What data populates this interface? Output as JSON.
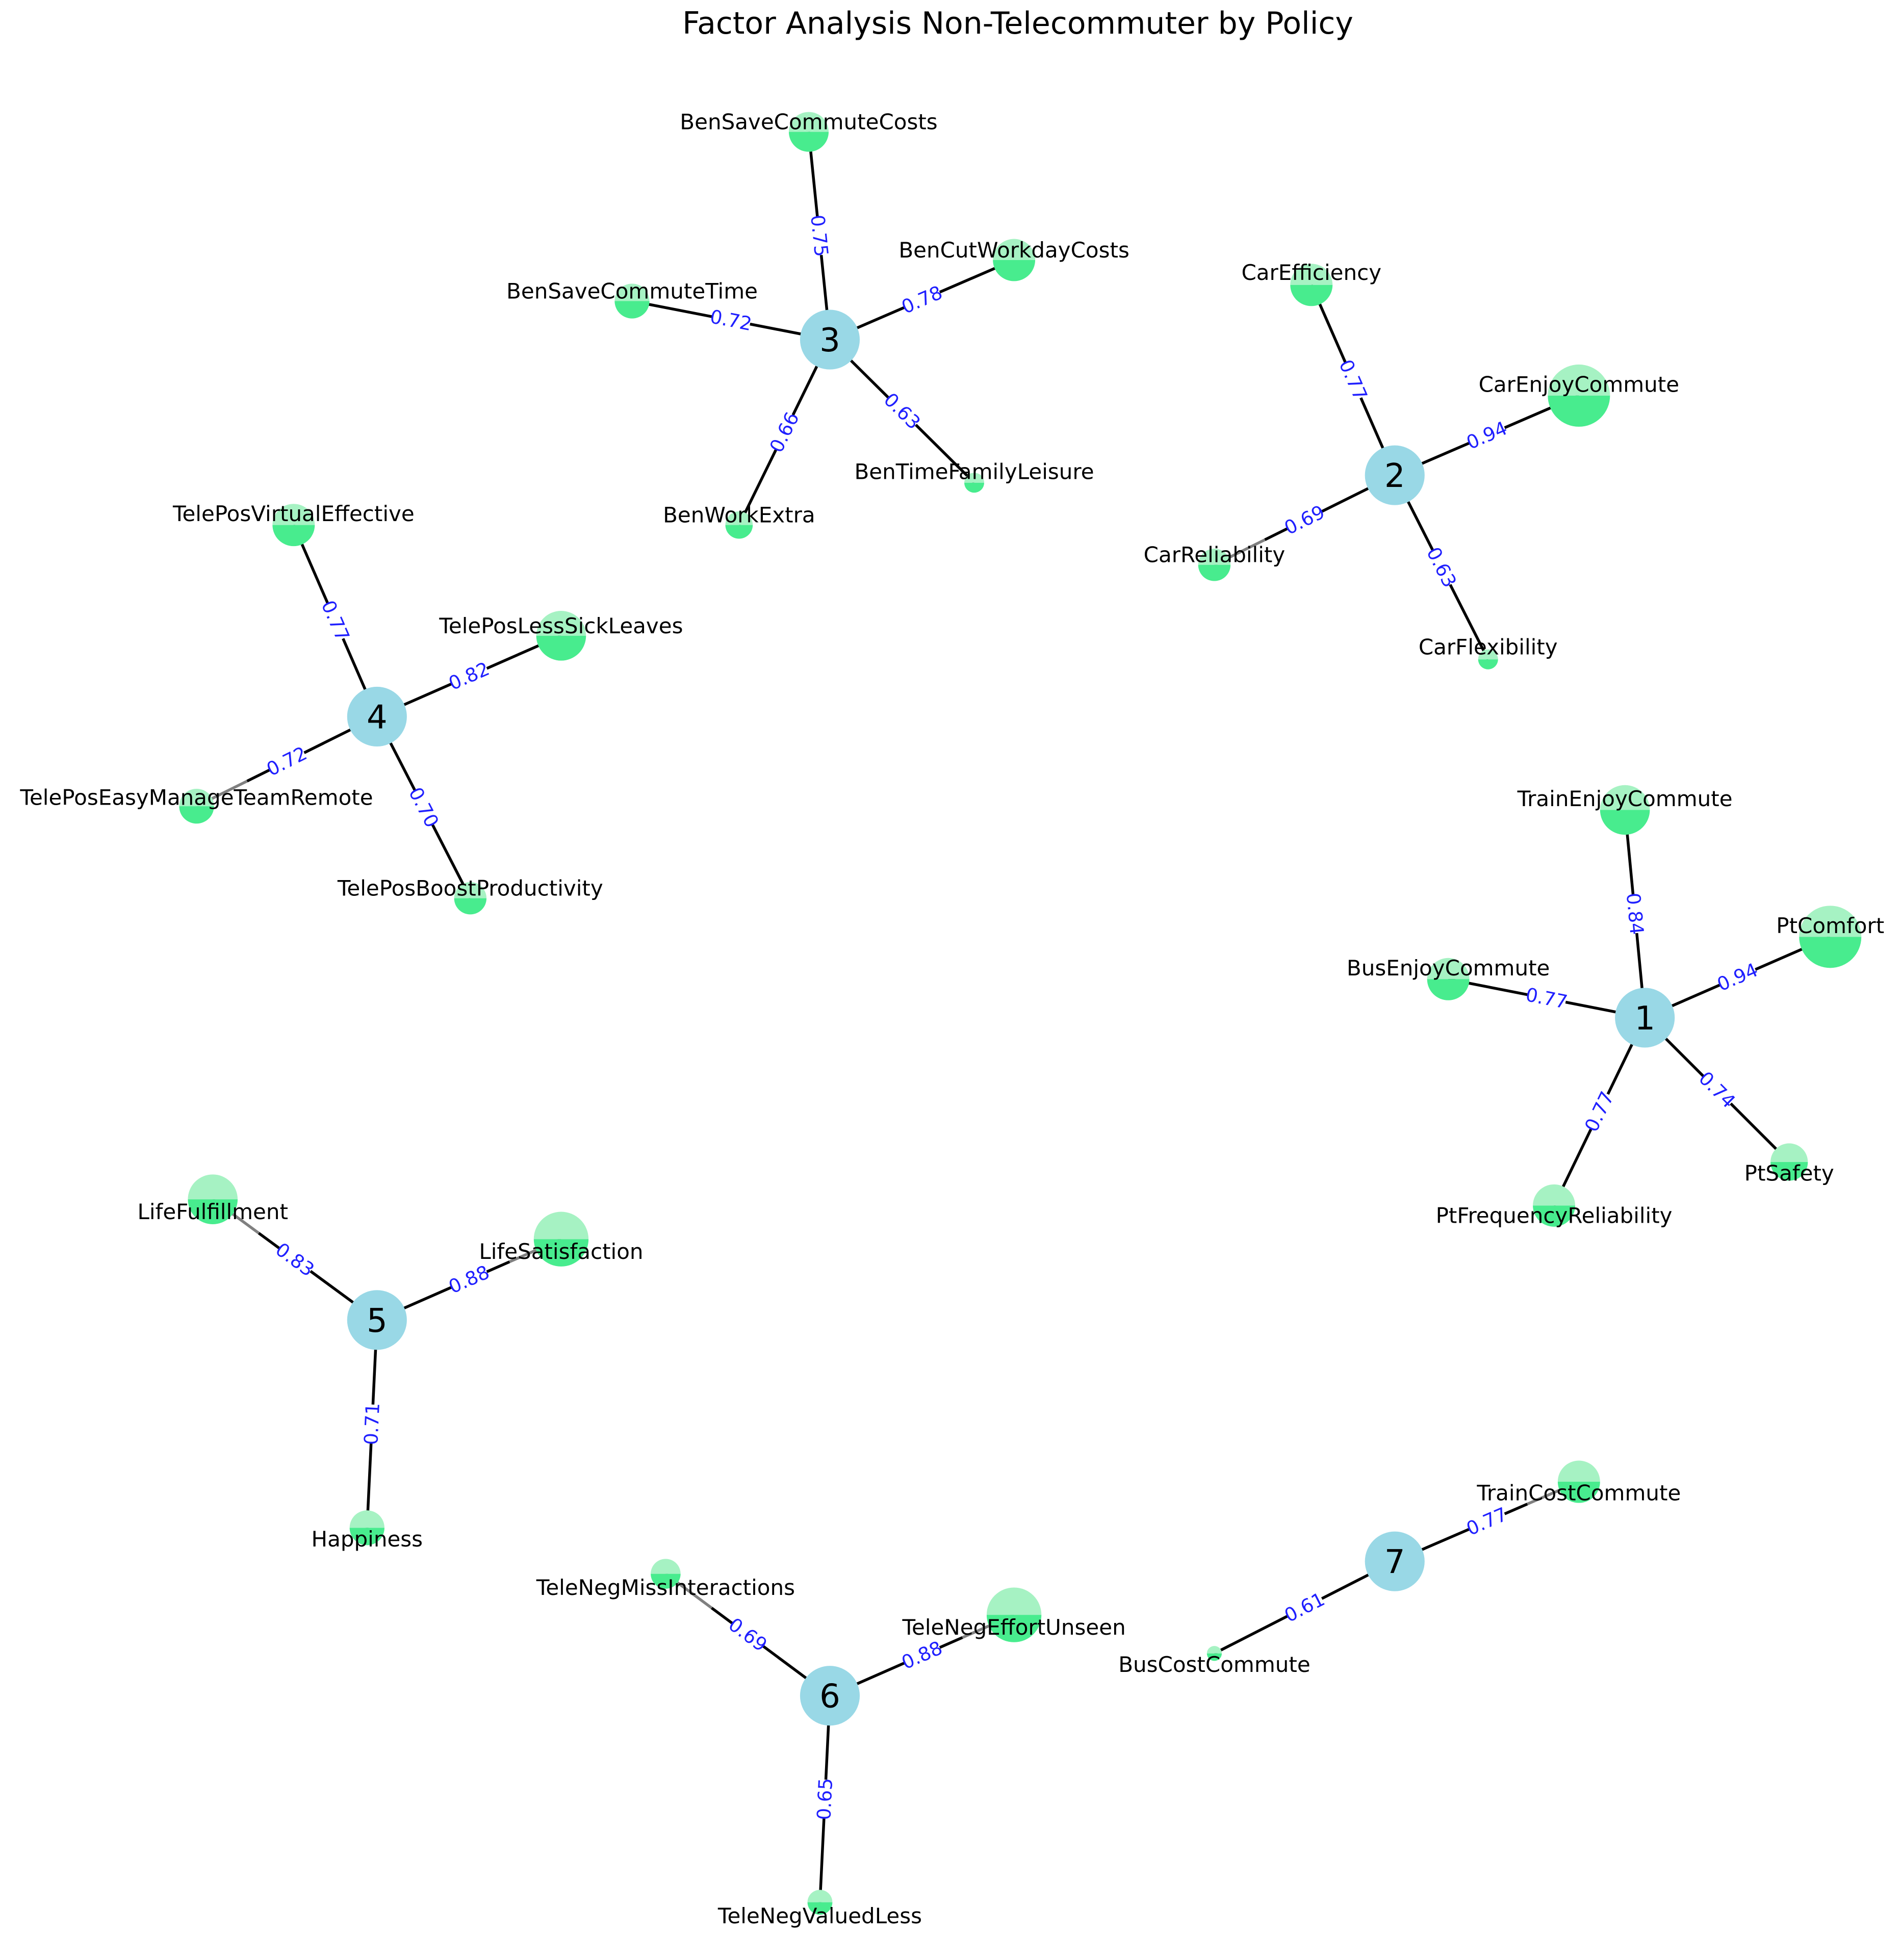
{
  "title": "Factor Analysis Non-Telecommuter by Policy",
  "colors": {
    "factor_node": "#99d8e6",
    "variable_node_light": "#a6f2c3",
    "variable_node_dark": "#48ec8e",
    "edge_strong": "#000000",
    "edge_weak": "#808080",
    "edge_label": "#1f1fff"
  },
  "factors": [
    {
      "id": "1",
      "loadings": [
        {
          "variable": "TrainEnjoyCommute",
          "loading": "0.84"
        },
        {
          "variable": "PtComfort",
          "loading": "0.94"
        },
        {
          "variable": "BusEnjoyCommute",
          "loading": "0.77"
        },
        {
          "variable": "PtSafety",
          "loading": "0.74"
        },
        {
          "variable": "PtFrequencyReliability",
          "loading": "0.77"
        }
      ]
    },
    {
      "id": "2",
      "loadings": [
        {
          "variable": "CarEfficiency",
          "loading": "0.77"
        },
        {
          "variable": "CarEnjoyCommute",
          "loading": "0.94"
        },
        {
          "variable": "CarReliability",
          "loading": "0.69"
        },
        {
          "variable": "CarFlexibility",
          "loading": "0.63"
        }
      ]
    },
    {
      "id": "3",
      "loadings": [
        {
          "variable": "BenSaveCommuteCosts",
          "loading": "0.75"
        },
        {
          "variable": "BenCutWorkdayCosts",
          "loading": "0.78"
        },
        {
          "variable": "BenSaveCommuteTime",
          "loading": "0.72"
        },
        {
          "variable": "BenWorkExtra",
          "loading": "0.66"
        },
        {
          "variable": "BenTimeFamilyLeisure",
          "loading": "0.63"
        }
      ]
    },
    {
      "id": "4",
      "loadings": [
        {
          "variable": "TelePosVirtualEffective",
          "loading": "0.77"
        },
        {
          "variable": "TelePosLessSickLeaves",
          "loading": "0.82"
        },
        {
          "variable": "TelePosEasyManageTeamRemote",
          "loading": "0.72"
        },
        {
          "variable": "TelePosBoostProductivity",
          "loading": "0.70"
        }
      ]
    },
    {
      "id": "5",
      "loadings": [
        {
          "variable": "LifeFulfillment",
          "loading": "0.83"
        },
        {
          "variable": "LifeSatisfaction",
          "loading": "0.88"
        },
        {
          "variable": "Happiness",
          "loading": "0.71"
        }
      ]
    },
    {
      "id": "6",
      "loadings": [
        {
          "variable": "TeleNegMissInteractions",
          "loading": "0.69"
        },
        {
          "variable": "TeleNegEffortUnseen",
          "loading": "0.88"
        },
        {
          "variable": "TeleNegValuedLess",
          "loading": "0.65"
        }
      ]
    },
    {
      "id": "7",
      "loadings": [
        {
          "variable": "TrainCostCommute",
          "loading": "0.77"
        },
        {
          "variable": "BusCostCommute",
          "loading": "0.61"
        }
      ]
    }
  ]
}
